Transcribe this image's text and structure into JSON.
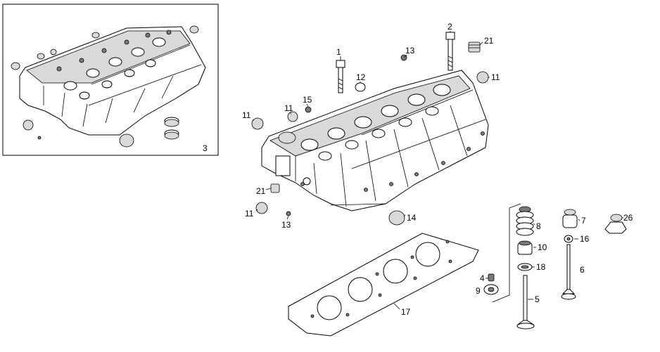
{
  "inset": {
    "label": "3"
  },
  "callouts": {
    "c1": "1",
    "c2": "2",
    "c21a": "21",
    "c13a": "13",
    "c12": "12",
    "c11a": "11",
    "c15": "15",
    "c11b": "11",
    "c11c": "11",
    "c21b": "21",
    "c11d": "11",
    "c13b": "13",
    "c14": "14",
    "c17": "17",
    "c8": "8",
    "c7": "7",
    "c26": "26",
    "c16": "16",
    "c10": "10",
    "c18": "18",
    "c6": "6",
    "c4": "4",
    "c9": "9",
    "c5": "5"
  }
}
